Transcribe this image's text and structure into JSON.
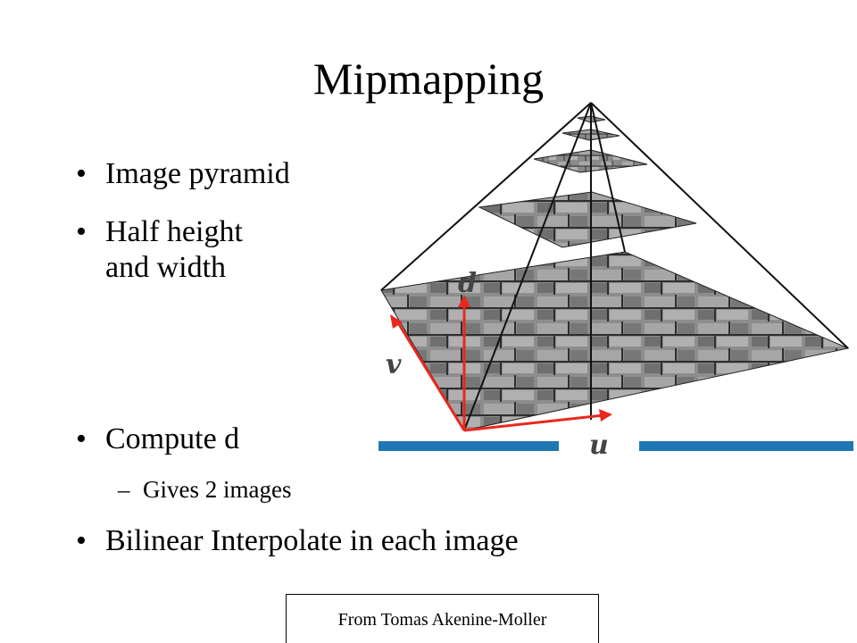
{
  "slide": {
    "title": "Mipmapping",
    "bullets": [
      {
        "text": "Image pyramid"
      },
      {
        "text": "Half height",
        "text2": "and width"
      },
      {
        "text": "Compute d",
        "sub": "Gives 2 images"
      },
      {
        "text": "Bilinear Interpolate in each image"
      }
    ],
    "bullet_glyph": "•",
    "sub_glyph": "–",
    "credit": "From Tomas Akenine-Moller"
  },
  "figure": {
    "labels": {
      "d": "d",
      "v": "v",
      "u": "u"
    },
    "colors": {
      "axis_red": "#e8281e",
      "bar_blue": "#1f77b4",
      "stone_dark": "#3c3c3c",
      "stone_light": "#9a9a9a"
    }
  }
}
